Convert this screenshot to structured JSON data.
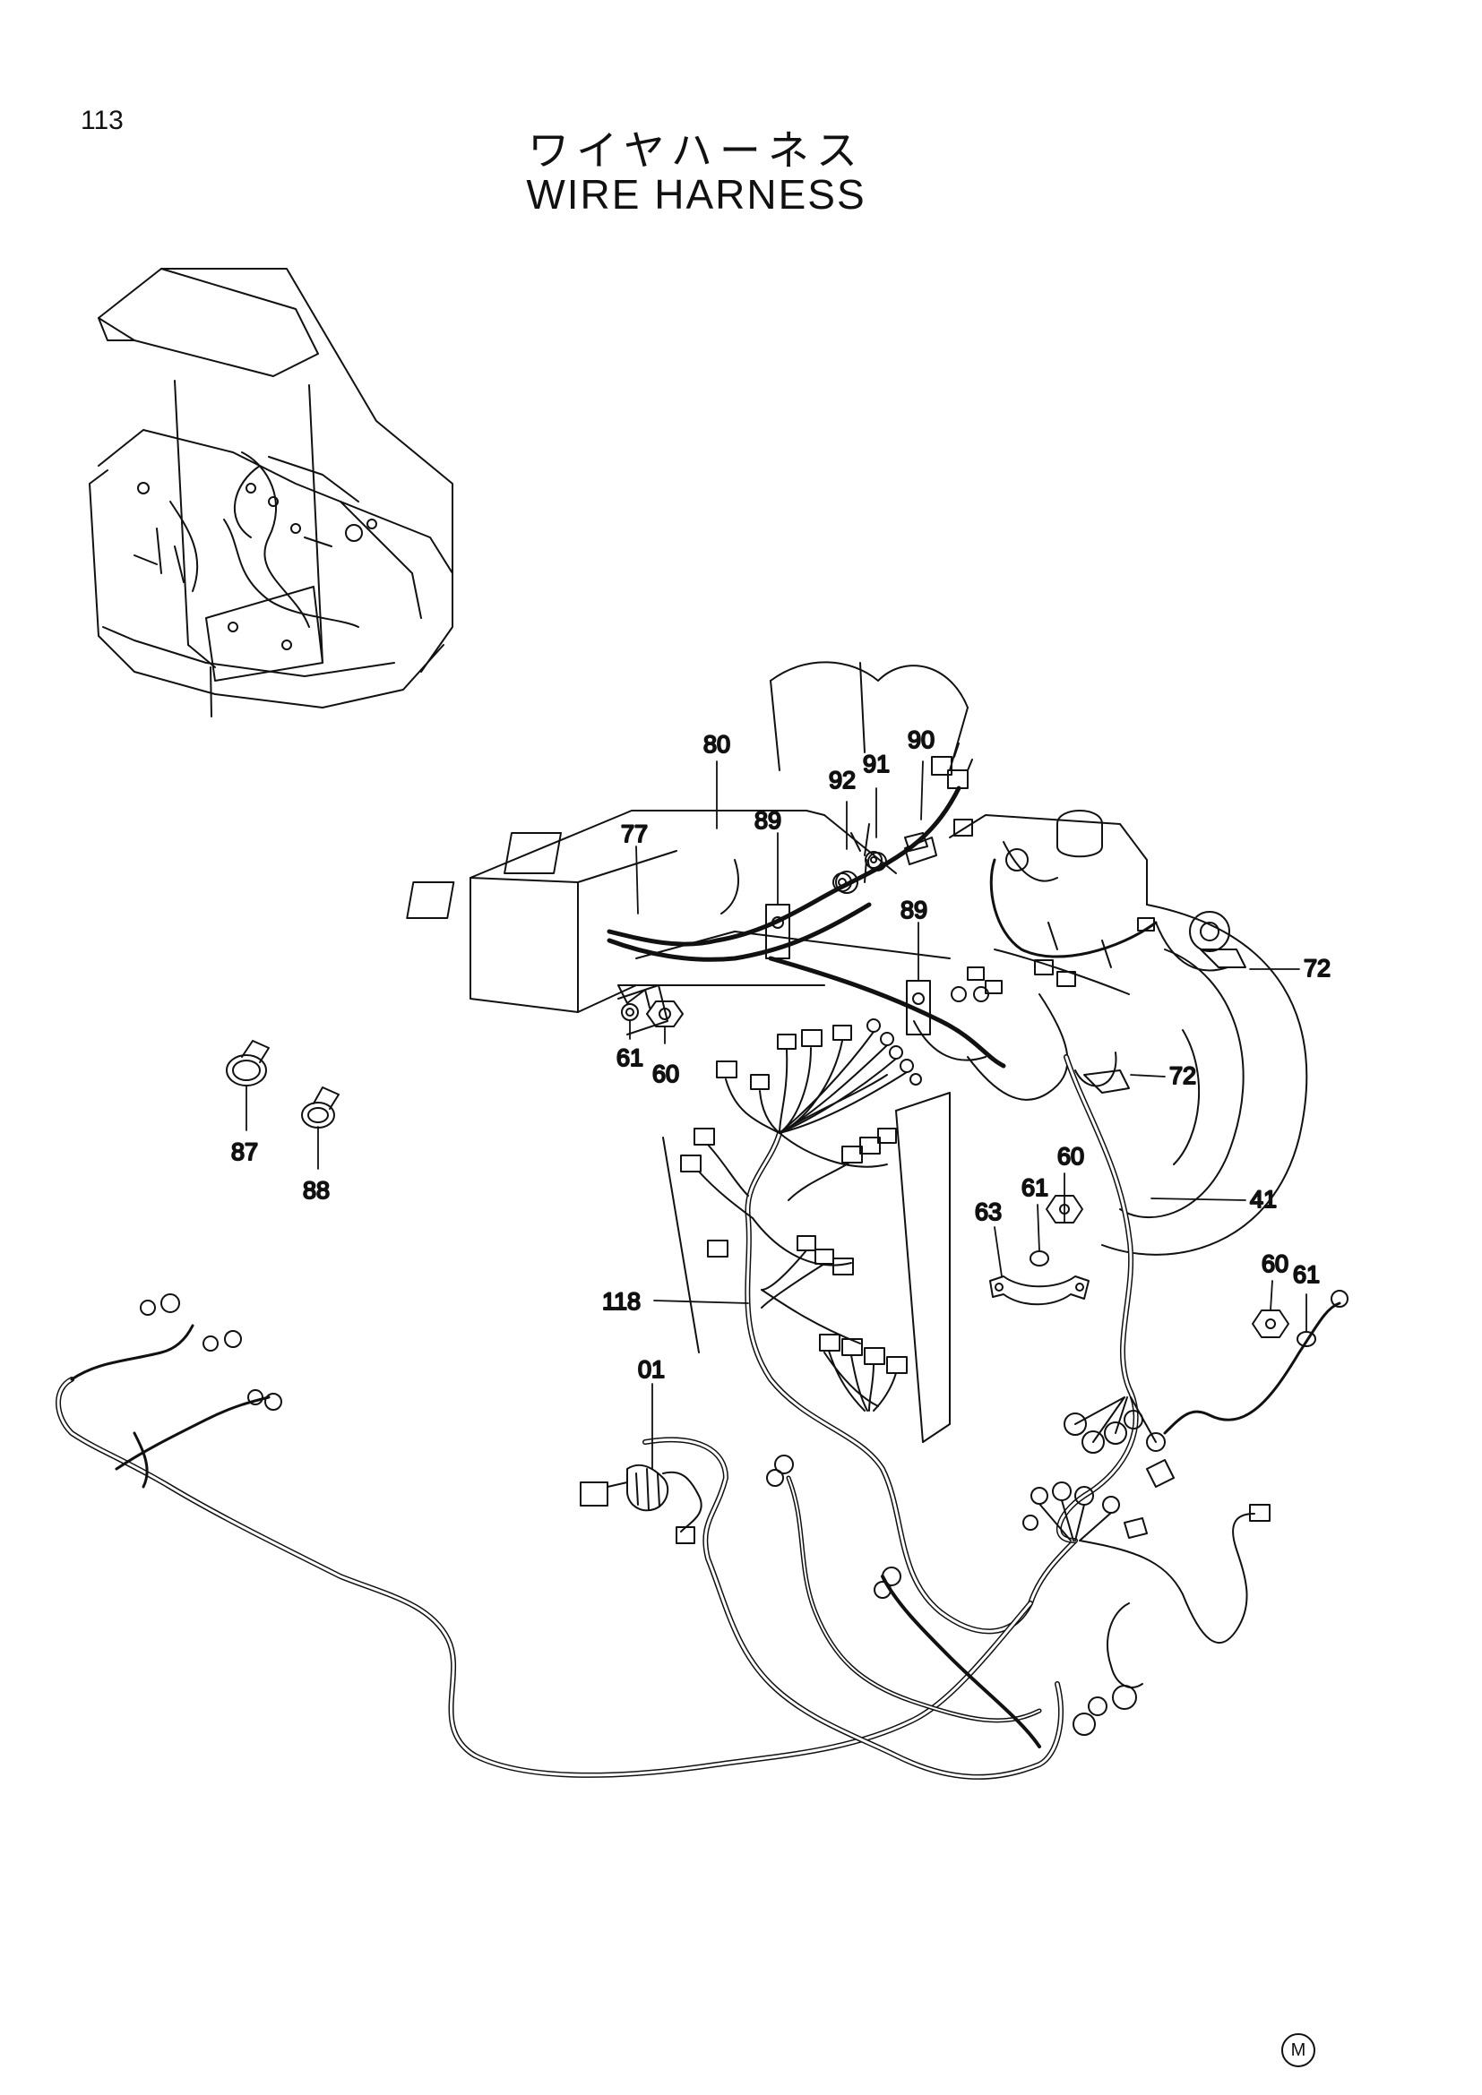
{
  "page": {
    "number": "113",
    "corner_mark": "M"
  },
  "title": {
    "japanese": "ワイヤハーネス",
    "english": "WIRE HARNESS"
  },
  "callouts": [
    "80",
    "92",
    "91",
    "90",
    "77",
    "89",
    "89",
    "72",
    "72",
    "61",
    "60",
    "87",
    "88",
    "60",
    "61",
    "63",
    "41",
    "60",
    "61",
    "118",
    "01"
  ],
  "colors": {
    "line": "#111111",
    "background": "#ffffff"
  }
}
